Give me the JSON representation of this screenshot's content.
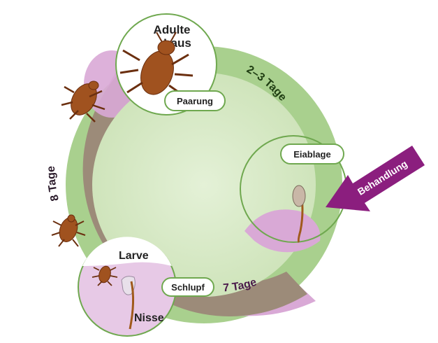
{
  "stages": {
    "adult": {
      "line1": "Adulte",
      "line2": "Laus",
      "pill": "Paarung"
    },
    "eggs": {
      "pill": "Eiablage"
    },
    "larva": {
      "label": "Larve"
    },
    "nit": {
      "label": "Nisse",
      "pill": "Schlupf"
    }
  },
  "durations": {
    "adult_to_eggs": "2–3 Tage",
    "nit_to_larva": "7 Tage",
    "larva_to_adult": "8 Tage"
  },
  "treatment": {
    "label": "Behandlung"
  },
  "colors": {
    "green_band": "#a9d08e",
    "green_inner": "#dbeccb",
    "brown_band": "#9c8b79",
    "pink": "#d9a9d6",
    "arrow": "#8b1e7e",
    "louse": "#9a4a1f",
    "label_text": "#222222"
  }
}
